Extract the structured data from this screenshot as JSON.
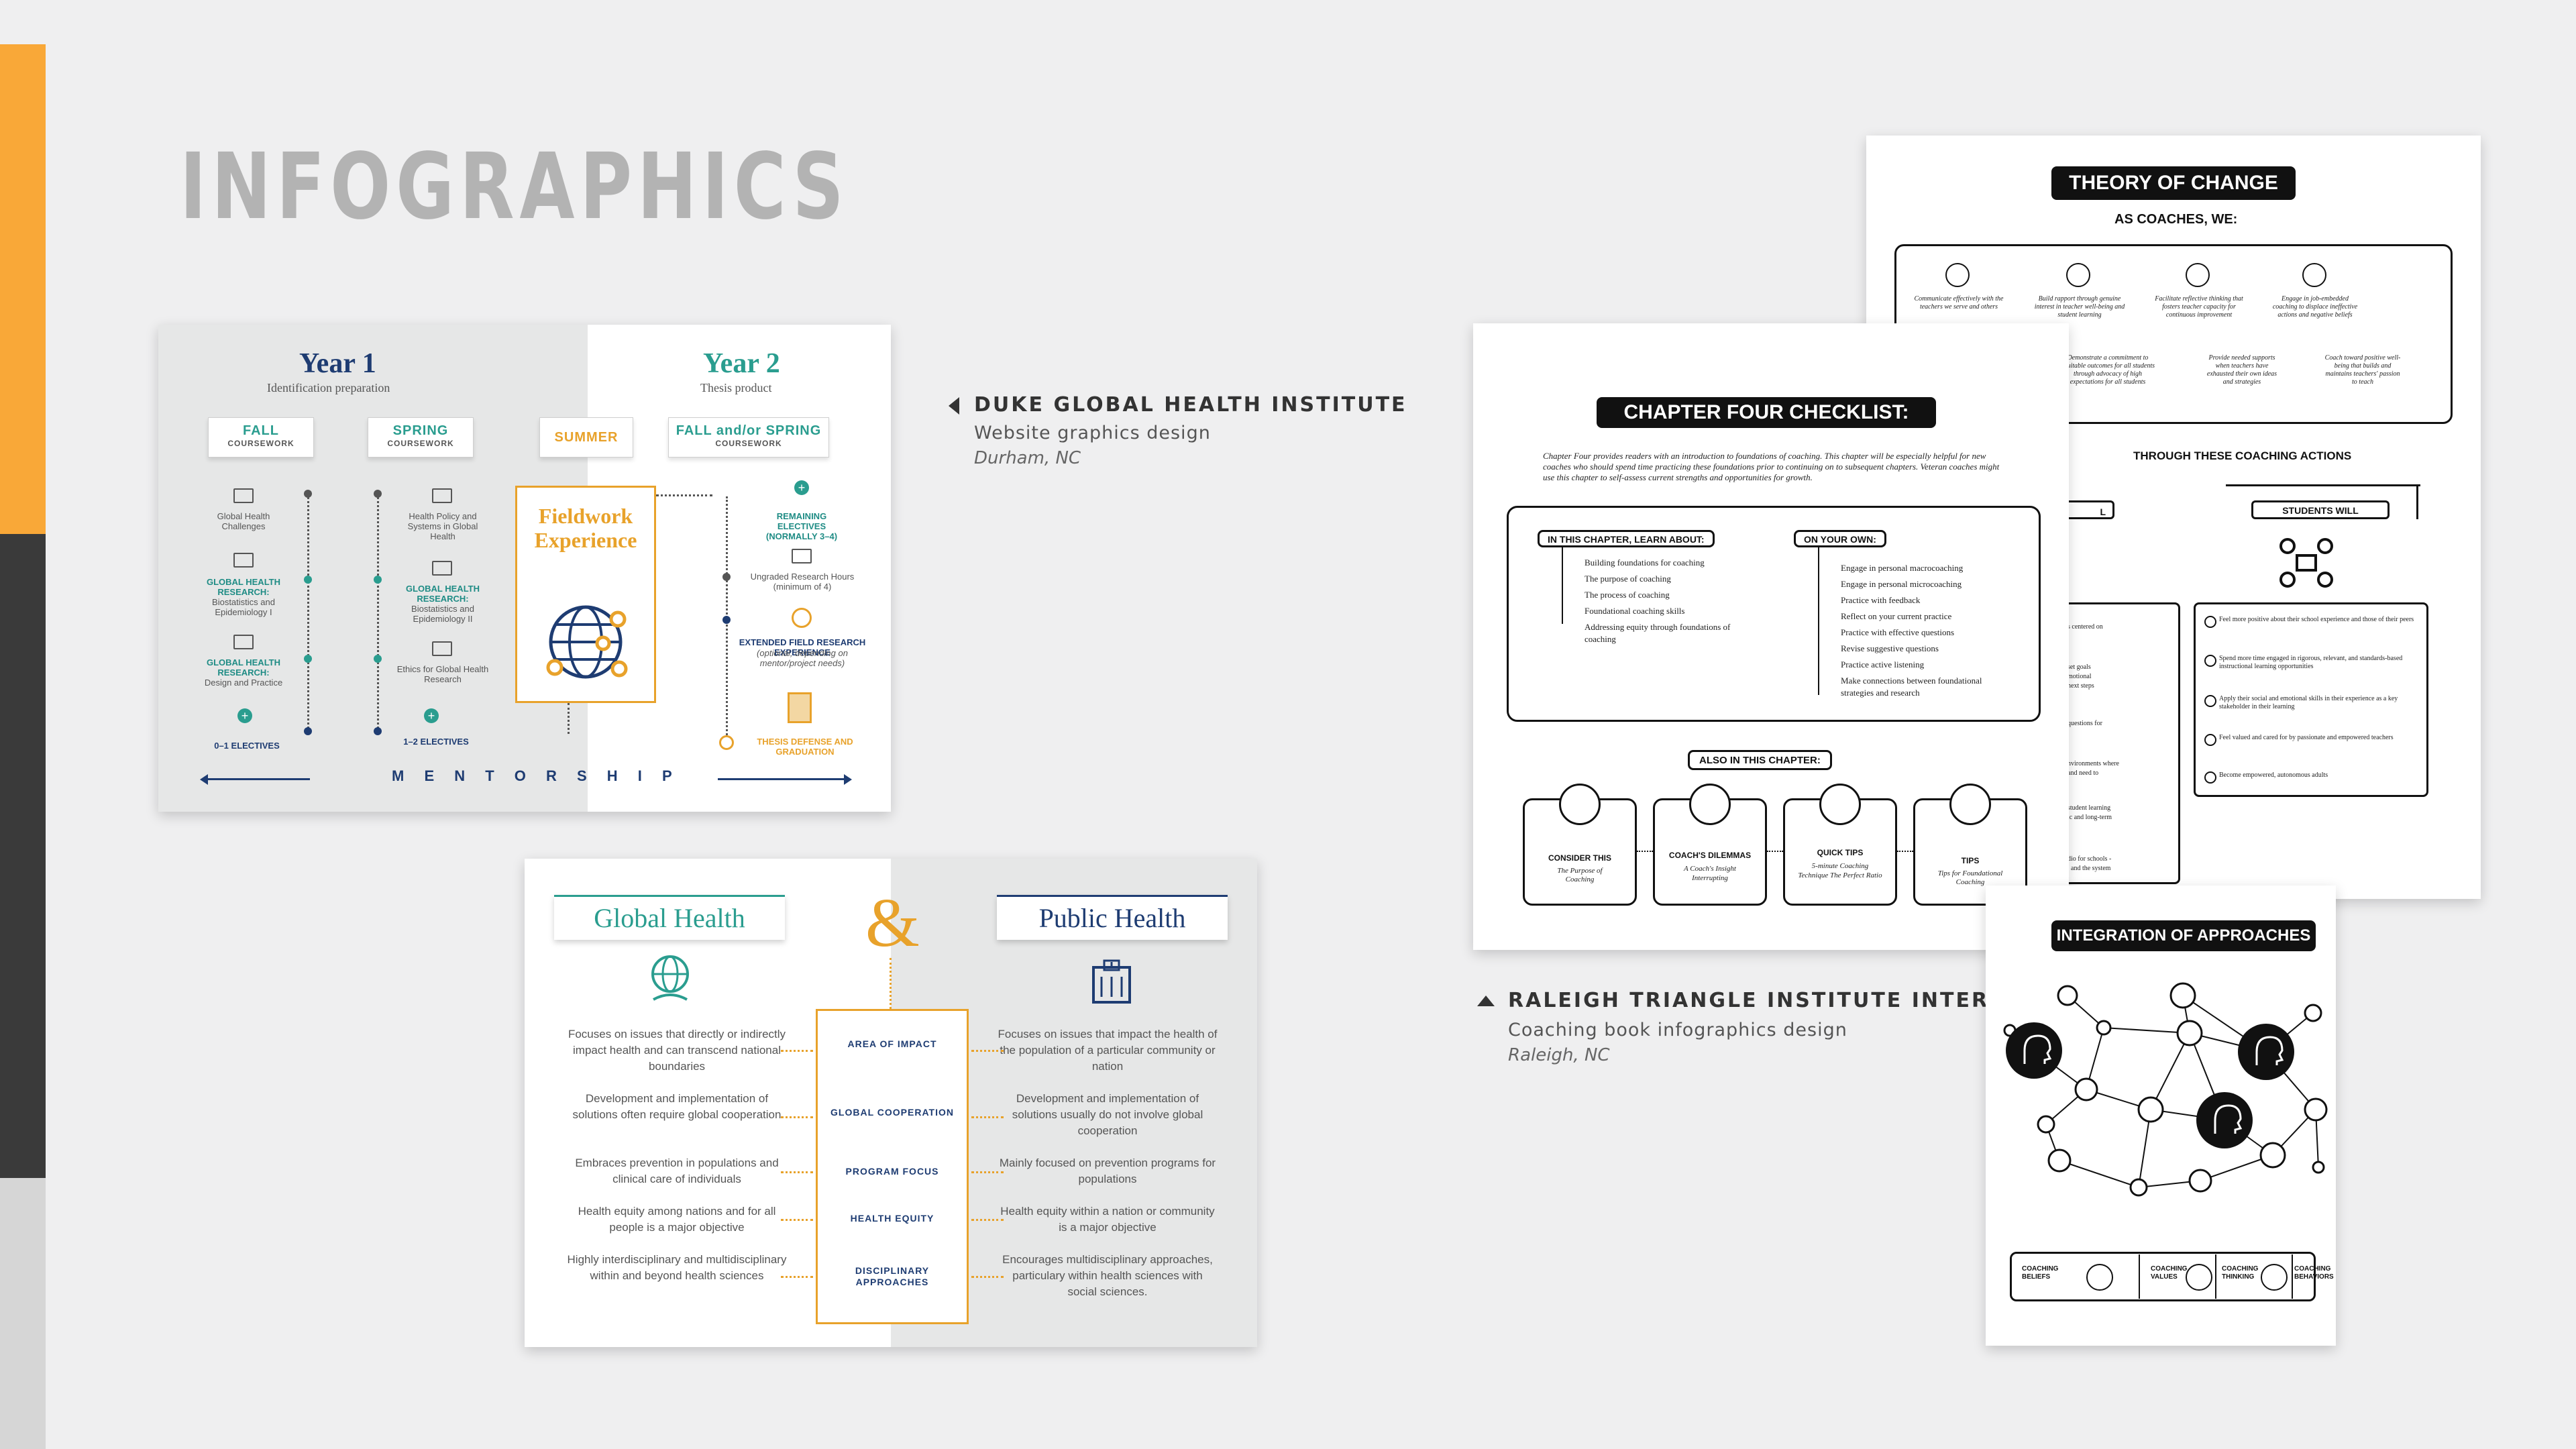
{
  "page": {
    "title": "INFOGRAPHICS"
  },
  "colors": {
    "orange": "#f9a838",
    "dark": "#3a3a3a",
    "light": "#d9d9d9",
    "teal": "#2a9d8f",
    "navy": "#1e3c72",
    "amber": "#e8a22b"
  },
  "captions": {
    "duke": {
      "title": "DUKE GLOBAL HEALTH INSTITUTE",
      "subtitle": "Website graphics design",
      "location": "Durham, NC"
    },
    "rti": {
      "title": "RALEIGH TRIANGLE INSTITUTE INTERNATIONAL",
      "subtitle": "Coaching book infographics design",
      "location": "Raleigh, NC"
    }
  },
  "duke_timeline": {
    "year1": {
      "title": "Year 1",
      "subtitle": "Identification preparation"
    },
    "year2": {
      "title": "Year 2",
      "subtitle": "Thesis product"
    },
    "fall": {
      "title": "FALL",
      "sub": "COURSEWORK"
    },
    "spring": {
      "title": "SPRING",
      "sub": "COURSEWORK"
    },
    "summer": {
      "title": "SUMMER"
    },
    "fall_spring": {
      "title": "FALL and/or SPRING",
      "sub": "COURSEWORK"
    },
    "fieldwork": "Fieldwork Experience",
    "fall_items": [
      "Global Health Challenges",
      "GLOBAL HEALTH RESEARCH:",
      "Biostatistics and Epidemiology I",
      "GLOBAL HEALTH RESEARCH:",
      "Design and Practice",
      "0–1 ELECTIVES"
    ],
    "spring_items": [
      "Health Policy and Systems in Global Health",
      "GLOBAL HEALTH RESEARCH:",
      "Biostatistics and Epidemiology II",
      "Ethics for Global Health Research",
      "1–2 ELECTIVES"
    ],
    "year2_items": [
      "REMAINING ELECTIVES (NORMALLY 3–4)",
      "Ungraded Research Hours (minimum of 4)",
      "EXTENDED FIELD RESEARCH EXPERIENCE",
      "(optional, depending on mentor/project needs)",
      "THESIS DEFENSE AND GRADUATION"
    ],
    "mentorship": "M E N T O R S H I P"
  },
  "duke_compare": {
    "left": "Global Health",
    "right": "Public Health",
    "amp": "&",
    "rows": [
      {
        "center": "AREA OF IMPACT",
        "left": "Focuses on issues that directly or indirectly impact health and can transcend national boundaries",
        "right": "Focuses on issues that impact the health of the population of a particular community or nation"
      },
      {
        "center": "GLOBAL COOPERATION",
        "left": "Development and implementation of solutions often require global cooperation",
        "right": "Development and implementation of solutions usually do not involve global cooperation"
      },
      {
        "center": "PROGRAM FOCUS",
        "left": "Embraces prevention in populations and clinical care of individuals",
        "right": "Mainly focused on prevention programs for populations"
      },
      {
        "center": "HEALTH EQUITY",
        "left": "Health equity among nations and for all people is a major objective",
        "right": "Health equity within a nation or community is a major objective"
      },
      {
        "center": "DISCIPLINARY APPROACHES",
        "left": "Highly interdisciplinary and multidisciplinary within and beyond health sciences",
        "right": "Encourages multidisciplinary approaches, particulary within health sciences with social sciences."
      }
    ]
  },
  "theory": {
    "title": "THEORY OF CHANGE",
    "sub": "AS COACHES, WE:",
    "items_top": [
      "Communicate effectively with the teachers we serve and others",
      "Build rapport through genuine interest in teacher well-being and student learning",
      "Facilitate reflective thinking that fosters teacher capacity for continuous improvement",
      "Engage in job-embedded coaching to displace ineffective actions and negative beliefs"
    ],
    "items_bottom": [
      "Demonstrate a commitment to equitable outcomes for all students through advocacy of high expectations for all students",
      "Provide needed supports when teachers have exhausted their own ideas and strategies",
      "Coach toward positive well-being that builds and maintains teachers' passion to teach"
    ],
    "through": "THROUGH THESE COACHING ACTIONS",
    "l": "L",
    "students_will": "STUDENTS WILL",
    "left_frag": [
      "s centered on",
      "set goals",
      "motional",
      "next steps",
      "questions for",
      "nvironments where",
      "and need to",
      "student learning",
      "ic and long-term",
      "dio for schools -",
      ", and the system"
    ],
    "students_list": [
      "Feel more positive about their school experience and those of their peers",
      "Spend more time engaged in rigorous, relevant, and standards-based instructional learning opportunities",
      "Apply their social and emotional skills in their experience as a key stakeholder in their learning",
      "Feel valued and cared for by passionate and empowered teachers",
      "Become empowered, autonomous adults"
    ]
  },
  "checklist": {
    "title": "CHAPTER FOUR CHECKLIST:",
    "intro": "Chapter Four provides readers with an introduction to foundations of coaching. This chapter will be especially helpful for new coaches who should spend time practicing these foundations prior to continuing on to subsequent chapters. Veteran coaches might use this chapter to self-assess current strengths and opportunities for growth.",
    "learn_title": "IN THIS CHAPTER, LEARN ABOUT:",
    "learn": [
      "Building foundations for coaching",
      "The purpose of coaching",
      "The process of coaching",
      "Foundational coaching skills",
      "Addressing equity through foundations of coaching"
    ],
    "own_title": "ON YOUR OWN:",
    "own": [
      "Engage in personal macrocoaching",
      "Engage in personal microcoaching",
      "Practice with feedback",
      "Reflect on your current practice",
      "Practice with effective questions",
      "Revise suggestive questions",
      "Practice active listening",
      "Make connections between foundational strategies and research"
    ],
    "also_title": "ALSO IN THIS CHAPTER:",
    "also": [
      {
        "t": "CONSIDER THIS",
        "s": "The Purpose of Coaching"
      },
      {
        "t": "COACH'S DILEMMAS",
        "s": "A Coach's Insight Interrupting"
      },
      {
        "t": "QUICK TIPS",
        "s": "5-minute Coaching Technique The Perfect Ratio"
      },
      {
        "t": "TIPS",
        "s": "Tips for Foundational Coaching"
      }
    ]
  },
  "integration": {
    "title": "INTEGRATION OF APPROACHES",
    "bar": [
      "COACHING BELIEFS",
      "COACHING VALUES",
      "COACHING THINKING",
      "COACHING BEHAVIORS"
    ]
  }
}
